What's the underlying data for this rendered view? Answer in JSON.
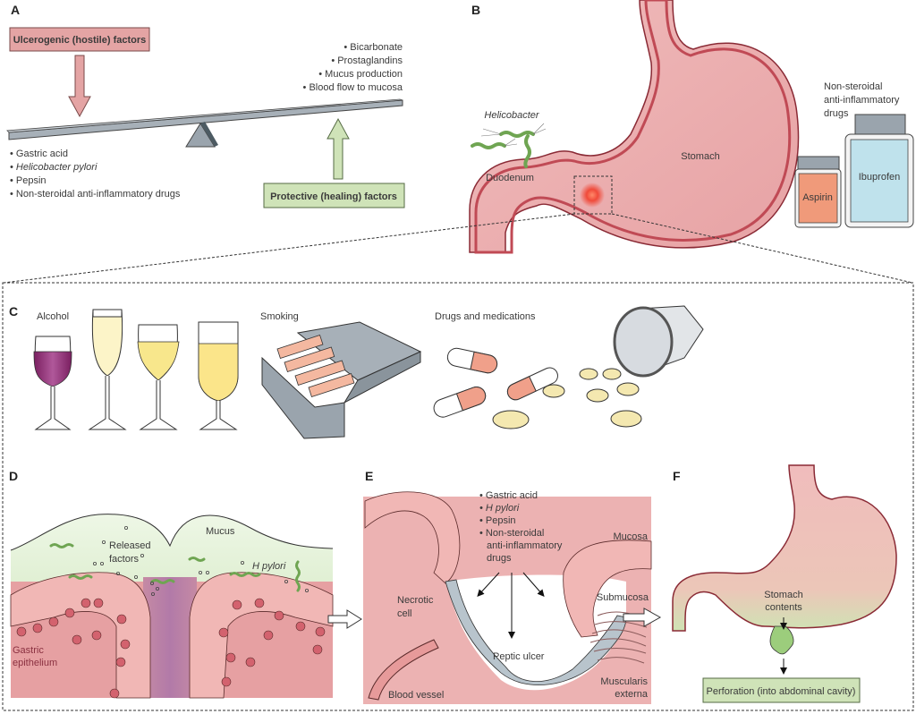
{
  "panels": {
    "a": {
      "letter": "A",
      "hostile_box": "Ulcerogenic (hostile) factors",
      "protective_box": "Protective (healing) factors",
      "hostile_factors": [
        "• Gastric acid",
        "• Helicobacter pylori",
        "• Pepsin",
        "• Non-steroidal anti-inflammatory drugs"
      ],
      "protective_factors": [
        "• Bicarbonate",
        "• Prostaglandins",
        "• Mucus production",
        "• Blood flow to mucosa"
      ]
    },
    "b": {
      "letter": "B",
      "helicobacter": "Helicobacter",
      "duodenum": "Duodenum",
      "stomach": "Stomach",
      "nsaid_title": [
        "Non-steroidal",
        "anti-inflammatory",
        "drugs"
      ],
      "aspirin": "Aspirin",
      "ibuprofen": "Ibuprofen"
    },
    "c": {
      "letter": "C",
      "alcohol": "Alcohol",
      "smoking": "Smoking",
      "drugs": "Drugs and medications"
    },
    "d": {
      "letter": "D",
      "mucus": "Mucus",
      "released_factors": [
        "Released",
        "factors"
      ],
      "h_pylori": "H pylori",
      "gastric_epithelium": [
        "Gastric",
        "epithelium"
      ]
    },
    "e": {
      "letter": "E",
      "factors": [
        "• Gastric acid",
        "• H pylori",
        "• Pepsin",
        "• Non-steroidal",
        "anti-inflammatory",
        "drugs"
      ],
      "mucosa": "Mucosa",
      "submucosa": "Submucosa",
      "necrotic_cell": [
        "Necrotic",
        "cell"
      ],
      "peptic_ulcer": "Peptic ulcer",
      "blood_vessel": "Blood vessel",
      "muscularis_externa": [
        "Muscularis",
        "externa"
      ]
    },
    "f": {
      "letter": "F",
      "stomach_contents": [
        "Stomach",
        "contents"
      ],
      "perforation": "Perforation (into abdominal cavity)"
    }
  },
  "colors": {
    "hostile": "#e4a4a4",
    "protective": "#cfe3b8",
    "tissue": "#e8a8a8",
    "tissue_dark": "#c04a55",
    "mucus": "#d7ebc6",
    "bacteria": "#8cc46c",
    "ulcer_glow": "#f04a3a",
    "necrotic": "#b8c4cc",
    "wine": "#8a2a6e",
    "white_wine": "#f8e78c",
    "capsule": "#f0a08a",
    "tablet": "#f4e8b0"
  }
}
